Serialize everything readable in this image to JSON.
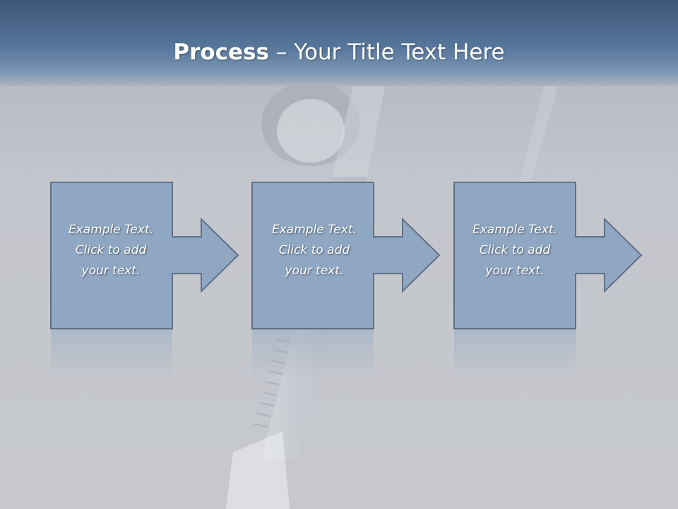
{
  "title": {
    "bold": "Process",
    "rest": " – Your Title Text Here"
  },
  "steps": [
    {
      "lines": [
        "Example Text.",
        "Click  to add",
        "your text."
      ]
    },
    {
      "lines": [
        "Example Text.",
        "Click  to add",
        "your text."
      ]
    },
    {
      "lines": [
        "Example Text.",
        "Click  to add",
        "your text."
      ]
    }
  ],
  "colors": {
    "header": "#4d6b8f",
    "box_fill": "#90a7c3",
    "box_stroke": "#5f7086",
    "background": "#c5c7cc"
  }
}
